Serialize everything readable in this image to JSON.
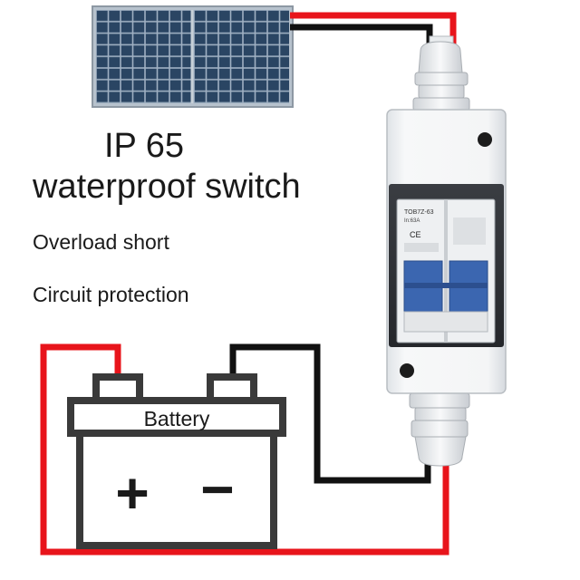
{
  "heading": {
    "line1": "IP 65",
    "line2": "waterproof switch"
  },
  "features": [
    "Overload short",
    "Circuit protection"
  ],
  "battery": {
    "label": "Battery",
    "plus": "+",
    "minus": "−"
  },
  "breaker": {
    "model": "TOB7Z-63",
    "rating": "In:63A"
  },
  "colors": {
    "positive_wire": "#e8141b",
    "negative_wire": "#111111",
    "enclosure": "#f1f3f5",
    "breaker_handle": "#3b66b0",
    "panel_cell": "#27415f"
  }
}
